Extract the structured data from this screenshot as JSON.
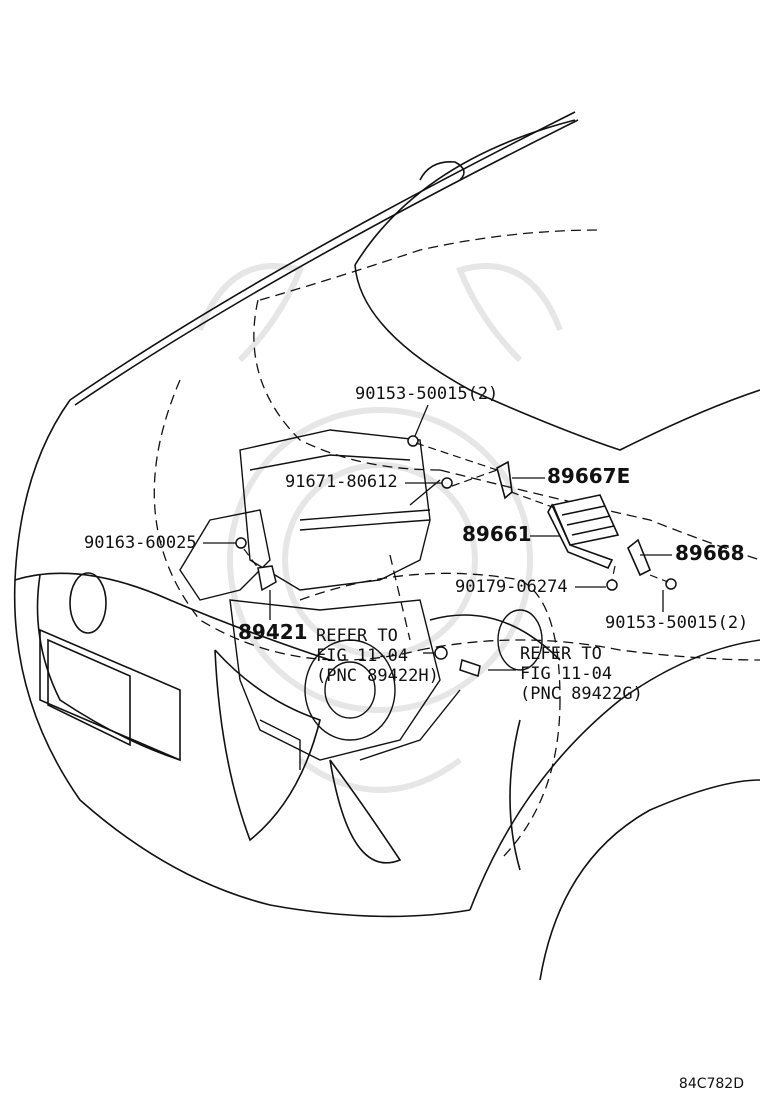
{
  "diagram": {
    "labels": {
      "bolt_top": "90153-50015(2)",
      "bolt_left": "91671-80612",
      "bracket_upper": "89667E",
      "ecu": "89661",
      "bolt_sensor": "90163-60025",
      "bracket_right": "89668",
      "nut": "90179-06274",
      "bolt_right": "90153-50015(2)",
      "sensor": "89421"
    },
    "note_left": [
      "REFER TO",
      "FIG 11-04",
      "(PNC 89422H)"
    ],
    "note_right": [
      "REFER TO",
      "FIG 11-04",
      "(PNC 89422G)"
    ],
    "drawing_code": "84C782D"
  },
  "colors": {
    "line": "#111111",
    "watermark": "#e6e6e6"
  }
}
